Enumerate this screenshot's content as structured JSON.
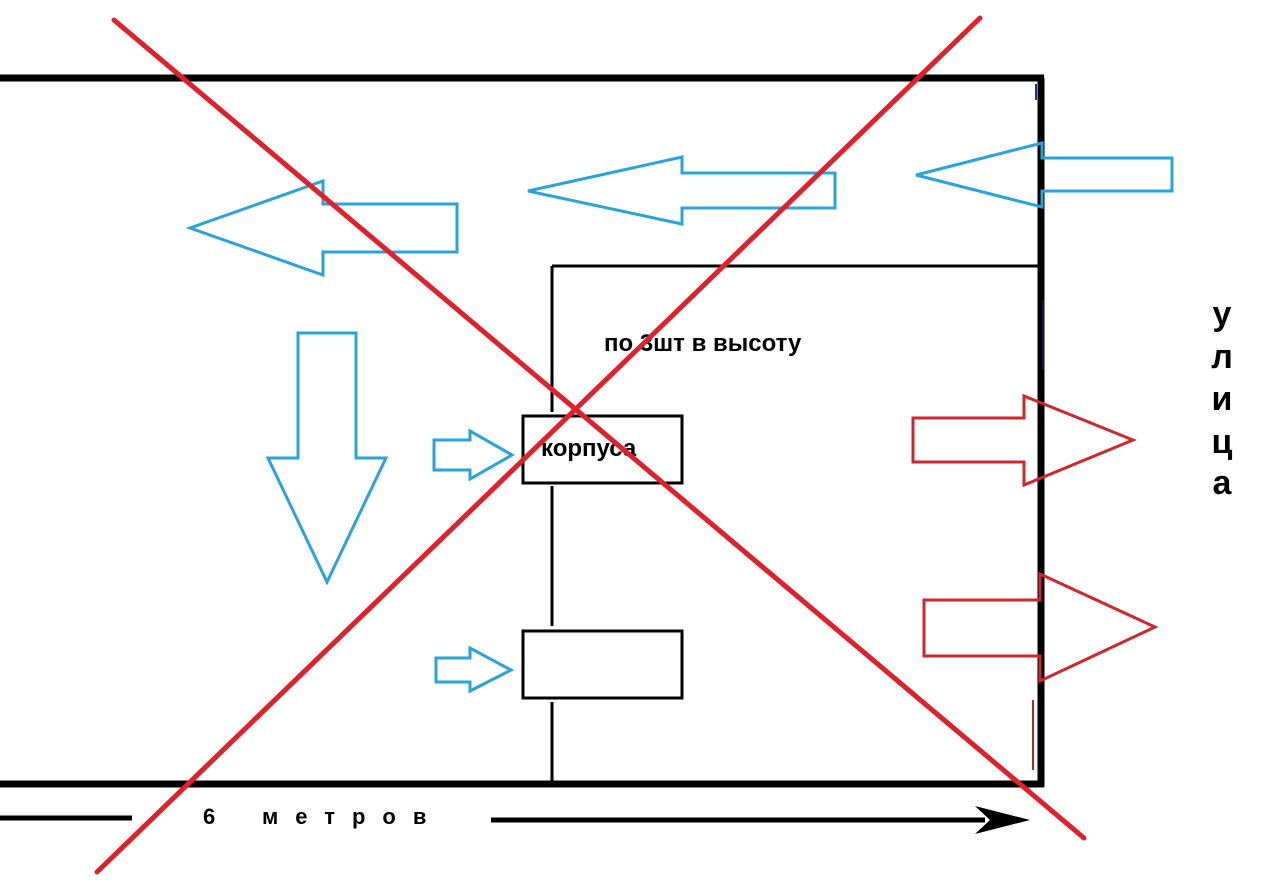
{
  "labels": {
    "height_note": "по 3шт в высоту",
    "case_box": "корпуса",
    "distance_left": "6",
    "distance_right": "метров"
  },
  "street_letters": [
    "у",
    "л",
    "и",
    "ц",
    "а"
  ],
  "colors": {
    "intake_arrow": "#29a3db",
    "exhaust_arrow": "#d0262e",
    "cross_out": "#e0202a",
    "wall": "#000000"
  }
}
